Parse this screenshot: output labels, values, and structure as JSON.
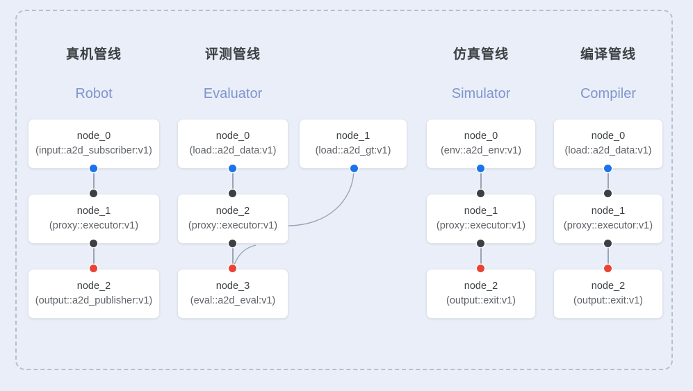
{
  "diagram": {
    "background_color": "#e9eef8",
    "frame_border_color": "#b6bfcf",
    "accent_blue": "#1a73e8",
    "accent_red": "#ea4335",
    "accent_dark": "#3c4043",
    "subtitle_color": "#8095cc",
    "edge_color": "#9aa4b5"
  },
  "columns": [
    {
      "id": "robot",
      "title_cn": "真机管线",
      "title_en": "Robot",
      "nodes": [
        {
          "name": "node_0",
          "type": "(input::a2d_subscriber:v1)"
        },
        {
          "name": "node_1",
          "type": "(proxy::executor:v1)"
        },
        {
          "name": "node_2",
          "type": "(output::a2d_publisher:v1)"
        }
      ]
    },
    {
      "id": "evaluator",
      "title_cn": "评测管线",
      "title_en": "Evaluator",
      "nodes": [
        {
          "name": "node_0",
          "type": "(load::a2d_data:v1)"
        },
        {
          "name": "node_1",
          "type": "(load::a2d_gt:v1)"
        },
        {
          "name": "node_2",
          "type": "(proxy::executor:v1)"
        },
        {
          "name": "node_3",
          "type": "(eval::a2d_eval:v1)"
        }
      ]
    },
    {
      "id": "simulator",
      "title_cn": "仿真管线",
      "title_en": "Simulator",
      "nodes": [
        {
          "name": "node_0",
          "type": "(env::a2d_env:v1)"
        },
        {
          "name": "node_1",
          "type": "(proxy::executor:v1)"
        },
        {
          "name": "node_2",
          "type": "(output::exit:v1)"
        }
      ]
    },
    {
      "id": "compiler",
      "title_cn": "编译管线",
      "title_en": "Compiler",
      "nodes": [
        {
          "name": "node_0",
          "type": "(load::a2d_data:v1)"
        },
        {
          "name": "node_1",
          "type": "(proxy::executor:v1)"
        },
        {
          "name": "node_2",
          "type": "(output::exit:v1)"
        }
      ]
    }
  ]
}
